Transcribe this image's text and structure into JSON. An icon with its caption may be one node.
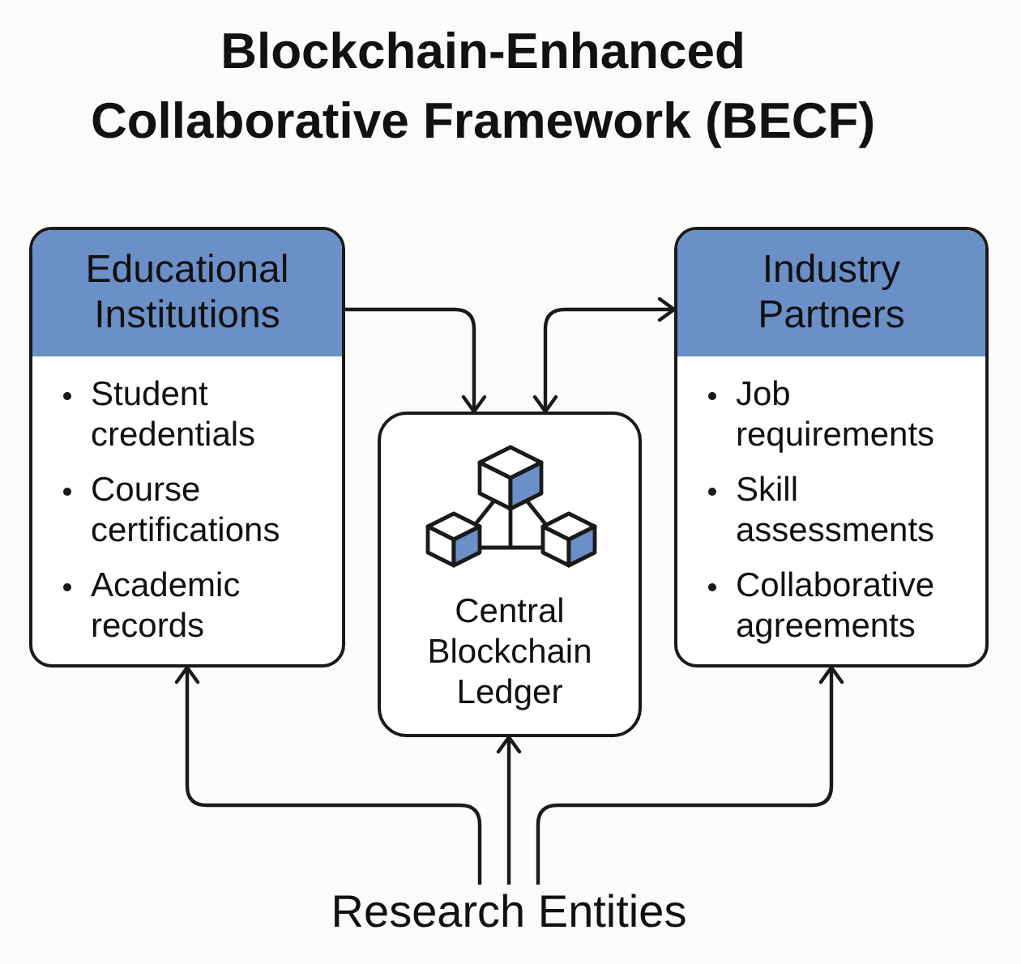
{
  "diagram": {
    "title": "Blockchain-Enhanced Collaborative Framework (BECF)",
    "nodes": [
      {
        "text": [
          "Educational Institutions",
          "Student credentials",
          "Course certifications",
          "Academic records"
        ]
      },
      {
        "text": [
          "Central Blockchain Ledger"
        ]
      },
      {
        "text": [
          "Industry Partners",
          "Job requirements",
          "Skill assessments",
          "Collaborative agreements"
        ]
      },
      {
        "text": [
          "Research Entities"
        ]
      }
    ],
    "edges": [
      {
        "from": 0,
        "to": 1,
        "arrow": "to"
      },
      {
        "from": 1,
        "to": 2,
        "arrow": "both"
      },
      {
        "from": 3,
        "to": 0,
        "arrow": "to"
      },
      {
        "from": 3,
        "to": 1,
        "arrow": "to"
      },
      {
        "from": 3,
        "to": 2,
        "arrow": "to"
      }
    ]
  }
}
